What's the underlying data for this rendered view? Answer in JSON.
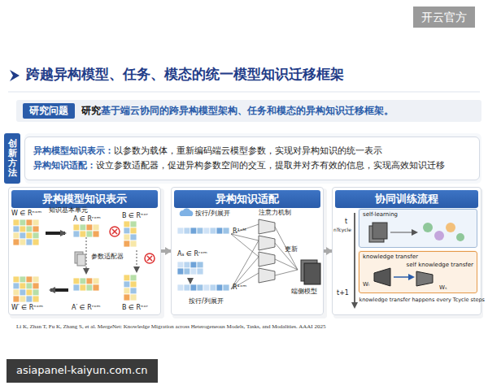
{
  "diagram": {
    "title": "跨越异构模型、任务、模态的统一模型知识迁移框架",
    "nodes": [
      {
        "text": [
          "研究问题"
        ]
      },
      {
        "text": [
          "创新方法"
        ]
      },
      {
        "text": [
          "异构模型知识表示：",
          "以参数为载体，重新编码端云模型参数，实现对异构知识的统一表示",
          "异构知识适配：",
          "设立参数适配器，促进异构参数空间的交互，提取并对齐有效的信息，实现高效知识迁移"
        ]
      },
      {
        "text": [
          "异构模型知识表示"
        ]
      },
      {
        "text": [
          "异构知识适配"
        ]
      },
      {
        "text": [
          "协同训练流程"
        ]
      },
      {
        "text": [
          "self-learning"
        ],
        "in": 5
      },
      {
        "text": [
          "knowledge transfer",
          "self knowledge transfer"
        ],
        "in": 5
      }
    ],
    "edges": [
      {
        "from": 3,
        "to": 4,
        "arrow": "to"
      },
      {
        "from": 4,
        "to": 5,
        "arrow": "to"
      }
    ],
    "labels": [
      "研究",
      "基于端云协同的跨异构模型架构、任务和模态的异构知识迁移框架。",
      "W ∈ Rⁿˣᵐ",
      "知识基本单元",
      "A ∈ Rʳˣᵐ",
      "B ∈ Rⁿˣʳ",
      "参数适配器",
      "W′ ∈ Rⁿˣᵐ",
      "A′ ∈ Rʳˣᵐ",
      "B ∈ Rⁿˣʳ",
      "按行/列展开",
      "R¹ˣᴹ",
      "注意力机制",
      "Aₛ ∈ Rʳˣᵐ",
      "R¹ˣᵐ",
      "按行/列展开",
      "更新",
      "端侧模型",
      "t",
      "nTcycle",
      "t+1",
      "Wₗ",
      "Wₛ",
      "knowledge transfer happens every Tcycle steps",
      "Li K, Zhan T, Fu K, Zhang S, et al. MergeNet: Knowledge Migration across Heterogeneous Models, Tasks, and Modalities. AAAI 2025",
      "开云官方",
      "asiapanel-kaiyun.com.cn"
    ]
  }
}
